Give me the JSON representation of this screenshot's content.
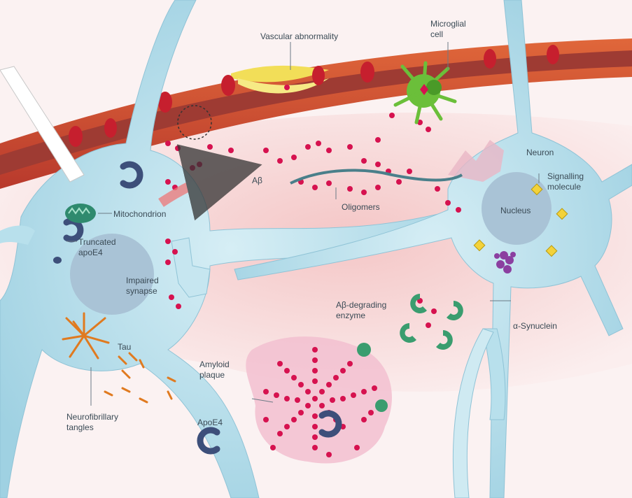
{
  "labels": {
    "vascular": "Vascular abnormality",
    "microglial_1": "Microglial",
    "microglial_2": "cell",
    "neuron": "Neuron",
    "signalling_1": "Signalling",
    "signalling_2": "molecule",
    "nucleus": "Nucleus",
    "abeta": "Aβ",
    "oligomers": "Oligomers",
    "mitochondrion": "Mitochondrion",
    "truncated_1": "Truncated",
    "truncated_2": "apoE4",
    "impaired_1": "Impaired",
    "impaired_2": "synapse",
    "degrading_1": "Aβ-degrading",
    "degrading_2": "enzyme",
    "synuclein": "α-Synuclein",
    "tau": "Tau",
    "amyloid_1": "Amyloid",
    "amyloid_2": "plaque",
    "neurofib_1": "Neurofibrillary",
    "neurofib_2": "tangles",
    "apoe4": "ApoE4"
  },
  "colors": {
    "vessel_outer": "#d9532b",
    "vessel_lumen": "#a9423a",
    "blood_cell": "#c61f2e",
    "neuron_body": "#b8e0ec",
    "nucleus": "#a9c3d6",
    "background_tissue": "#f6d3d3",
    "abeta_particle": "#d6124f",
    "plaque": "#f2c0d0",
    "apoe4": "#3d4f7a",
    "enzyme": "#3a9d6f",
    "tau": "#e07a1f",
    "microglia": "#6bbf3a",
    "signalling_molecule": "#f3d23a",
    "synuclein": "#8b3fa0",
    "label_text": "#3a4a55"
  },
  "icons": [
    "blood-cell-icon",
    "abeta-particle-icon",
    "apoe4-icon",
    "enzyme-icon",
    "signalling-molecule-icon",
    "mitochondrion-icon",
    "tau-fibril-icon"
  ]
}
